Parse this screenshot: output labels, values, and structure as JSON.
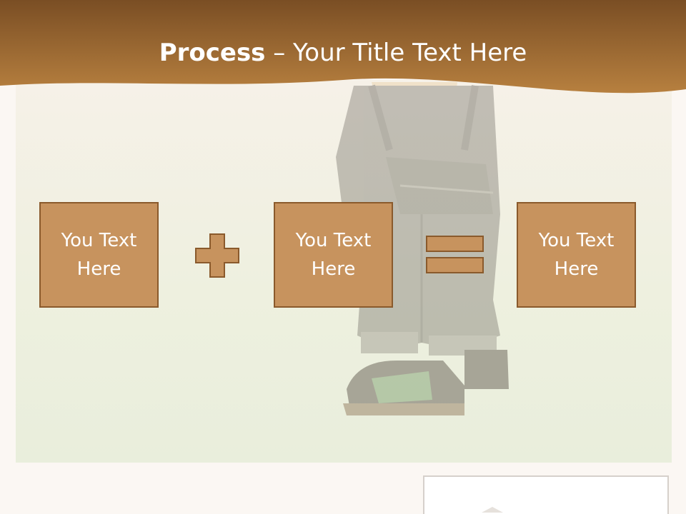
{
  "slide": {
    "title_bold": "Process",
    "title_rest": " – Your Title Text Here",
    "boxes": [
      {
        "label": "You Text Here"
      },
      {
        "label": "You Text Here"
      },
      {
        "label": "You Text Here"
      }
    ],
    "operators": [
      "plus-icon",
      "equals-icon"
    ]
  },
  "colors": {
    "header_brown": "#8a5a2c",
    "box_fill": "#c7935e",
    "box_border": "#8a5a2c",
    "operator_fill": "#c7935e"
  }
}
